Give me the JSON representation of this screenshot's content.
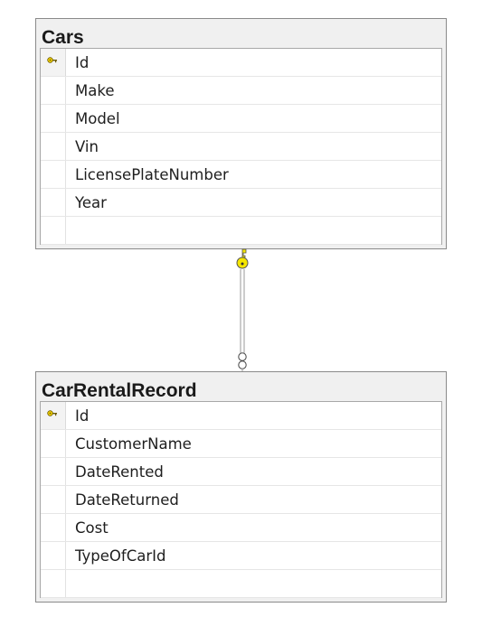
{
  "tables": {
    "cars": {
      "title": "Cars",
      "columns": [
        {
          "name": "Id",
          "primary_key": true,
          "key_icon": "key-icon"
        },
        {
          "name": "Make"
        },
        {
          "name": "Model"
        },
        {
          "name": "Vin"
        },
        {
          "name": "LicensePlateNumber"
        },
        {
          "name": "Year"
        }
      ]
    },
    "rental": {
      "title": "CarRentalRecord",
      "columns": [
        {
          "name": "Id",
          "primary_key": true,
          "key_icon": "key-icon"
        },
        {
          "name": "CustomerName"
        },
        {
          "name": "DateRented"
        },
        {
          "name": "DateReturned"
        },
        {
          "name": "Cost"
        },
        {
          "name": "TypeOfCarId"
        }
      ]
    }
  },
  "relationship": {
    "from": "Cars",
    "to": "CarRentalRecord",
    "one_end_icon": "key-icon",
    "many_end_icon": "infinity-icon",
    "key_color": "#f5e600"
  }
}
